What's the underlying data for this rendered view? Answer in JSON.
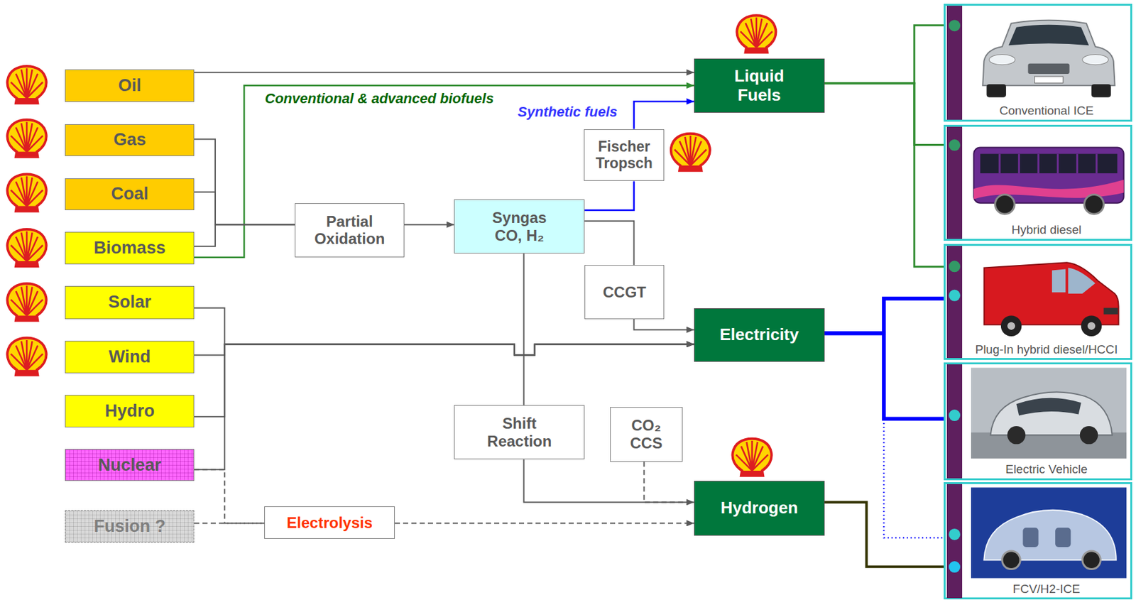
{
  "diagram": {
    "nodes": [
      {
        "text": [
          "Oil"
        ]
      },
      {
        "text": [
          "Gas"
        ]
      },
      {
        "text": [
          "Coal"
        ]
      },
      {
        "text": [
          "Biomass"
        ]
      },
      {
        "text": [
          "Solar"
        ]
      },
      {
        "text": [
          "Wind"
        ]
      },
      {
        "text": [
          "Hydro"
        ]
      },
      {
        "text": [
          "Nuclear"
        ]
      },
      {
        "text": [
          "Fusion ?"
        ]
      },
      {
        "text": [
          "Partial Oxidation"
        ]
      },
      {
        "text": [
          "Syngas",
          "CO, H₂"
        ]
      },
      {
        "text": [
          "Fischer Tropsch"
        ]
      },
      {
        "text": [
          "CCGT"
        ]
      },
      {
        "text": [
          "Shift Reaction"
        ]
      },
      {
        "text": [
          "CO₂ CCS"
        ]
      },
      {
        "text": [
          "Electrolysis"
        ]
      },
      {
        "text": [
          "Liquid Fuels"
        ]
      },
      {
        "text": [
          "Electricity"
        ]
      },
      {
        "text": [
          "Hydrogen"
        ]
      },
      {
        "text": [
          "Conventional ICE"
        ]
      },
      {
        "text": [
          "Hybrid diesel"
        ]
      },
      {
        "text": [
          "Plug-In hybrid diesel/HCCI"
        ]
      },
      {
        "text": [
          "Electric Vehicle"
        ]
      },
      {
        "text": [
          "FCV/H2-ICE"
        ]
      }
    ],
    "edges": [
      {
        "from": 0,
        "to": 16,
        "arrow": "to"
      },
      {
        "from": 3,
        "to": 16,
        "arrow": "to",
        "label": "Conventional & advanced biofuels"
      },
      {
        "from": 1,
        "to": 9,
        "arrow": "none"
      },
      {
        "from": 2,
        "to": 9,
        "arrow": "none"
      },
      {
        "from": 3,
        "to": 9,
        "arrow": "none"
      },
      {
        "from": 9,
        "to": 10,
        "arrow": "to"
      },
      {
        "from": 10,
        "to": 11,
        "arrow": "none"
      },
      {
        "from": 11,
        "to": 16,
        "arrow": "to",
        "label": "Synthetic fuels"
      },
      {
        "from": 10,
        "to": 12,
        "arrow": "none"
      },
      {
        "from": 12,
        "to": 17,
        "arrow": "to"
      },
      {
        "from": 4,
        "to": 17,
        "arrow": "to"
      },
      {
        "from": 5,
        "to": 17,
        "arrow": "to"
      },
      {
        "from": 6,
        "to": 17,
        "arrow": "to"
      },
      {
        "from": 7,
        "to": 17,
        "arrow": "to"
      },
      {
        "from": 10,
        "to": 13,
        "arrow": "none"
      },
      {
        "from": 13,
        "to": 18,
        "arrow": "to"
      },
      {
        "from": 14,
        "to": 18,
        "arrow": "none"
      },
      {
        "from": 7,
        "to": 15,
        "arrow": "none"
      },
      {
        "from": 8,
        "to": 15,
        "arrow": "none"
      },
      {
        "from": 15,
        "to": 18,
        "arrow": "to"
      },
      {
        "from": 16,
        "to": 19,
        "arrow": "none"
      },
      {
        "from": 16,
        "to": 20,
        "arrow": "none"
      },
      {
        "from": 16,
        "to": 21,
        "arrow": "none"
      },
      {
        "from": 17,
        "to": 21,
        "arrow": "none"
      },
      {
        "from": 17,
        "to": 22,
        "arrow": "none"
      },
      {
        "from": 17,
        "to": 23,
        "arrow": "none"
      },
      {
        "from": 18,
        "to": 23,
        "arrow": "none"
      }
    ]
  }
}
